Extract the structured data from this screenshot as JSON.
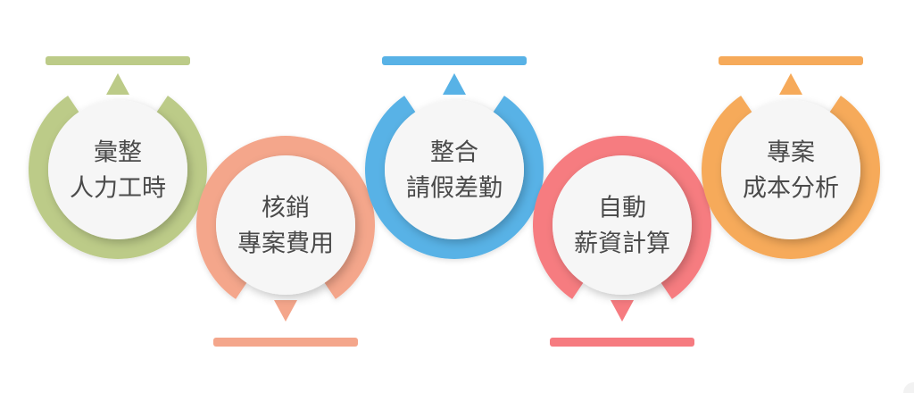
{
  "steps": [
    {
      "id": "step-1",
      "lines": [
        "彙整",
        "人力工時"
      ],
      "color": "#bccb88",
      "bar_position": "top"
    },
    {
      "id": "step-2",
      "lines": [
        "核銷",
        "專案費用"
      ],
      "color": "#f4a68b",
      "bar_position": "bottom"
    },
    {
      "id": "step-3",
      "lines": [
        "整合",
        "請假差勤"
      ],
      "color": "#58b2e6",
      "bar_position": "top"
    },
    {
      "id": "step-4",
      "lines": [
        "自動",
        "薪資計算"
      ],
      "color": "#f67b80",
      "bar_position": "bottom"
    },
    {
      "id": "step-5",
      "lines": [
        "專案",
        "成本分析"
      ],
      "color": "#f6aa5a",
      "bar_position": "top"
    }
  ],
  "colors": {
    "disc": "#f6f6f6",
    "text": "#4a4a4a",
    "background": "#ffffff"
  }
}
